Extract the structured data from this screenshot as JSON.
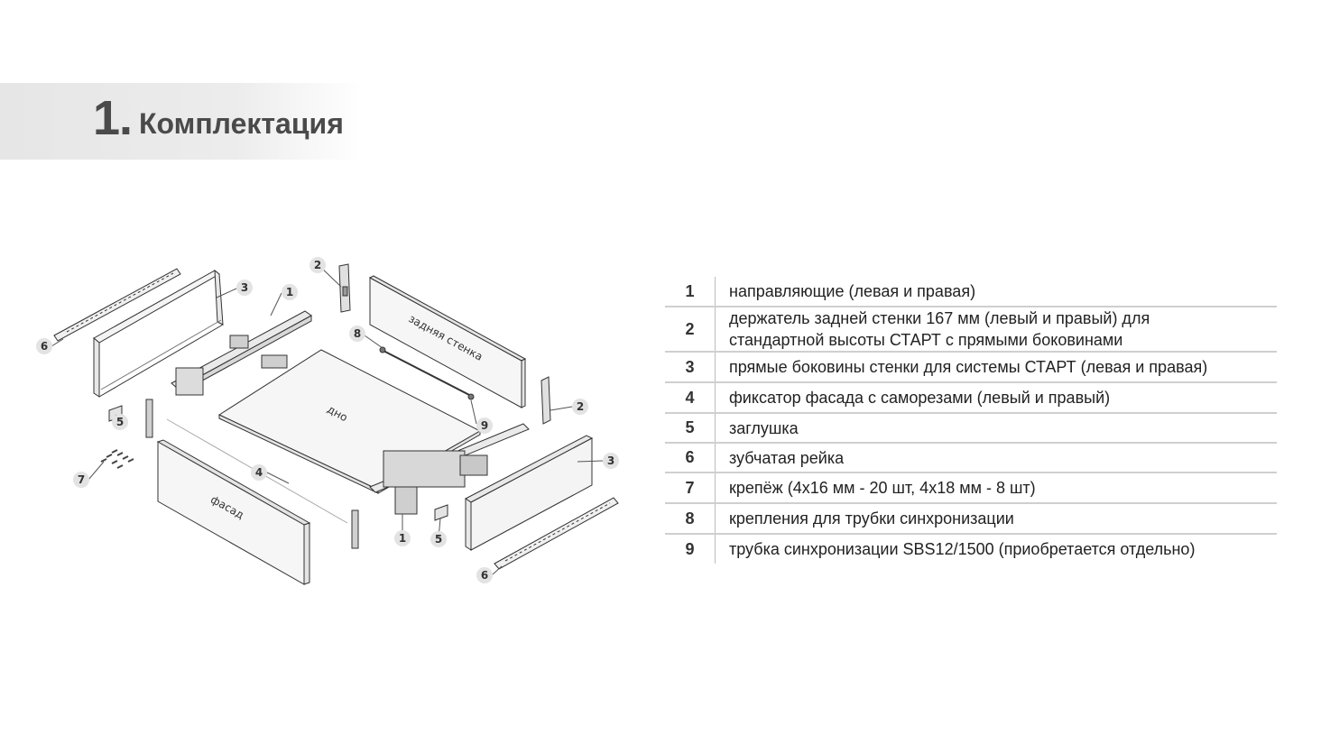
{
  "section": {
    "number": "1.",
    "title": "Комплектация"
  },
  "diagram": {
    "labels": {
      "back_wall": "задняя стенка",
      "bottom": "дно",
      "front": "фасад"
    },
    "callouts": [
      "1",
      "2",
      "3",
      "4",
      "5",
      "6",
      "7",
      "8",
      "9"
    ]
  },
  "parts": [
    {
      "num": "1",
      "desc": "направляющие (левая и правая)"
    },
    {
      "num": "2",
      "desc": "держатель задней стенки 167 мм (левый и правый) для\nстандартной высоты СТАРТ с прямыми боковинами"
    },
    {
      "num": "3",
      "desc": "прямые боковины стенки для системы СТАРТ (левая и правая)"
    },
    {
      "num": "4",
      "desc": "фиксатор фасада с саморезами (левый и правый)"
    },
    {
      "num": "5",
      "desc": "заглушка"
    },
    {
      "num": "6",
      "desc": "зубчатая рейка"
    },
    {
      "num": "7",
      "desc": "крепёж (4х16 мм - 20 шт, 4х18 мм - 8 шт)"
    },
    {
      "num": "8",
      "desc": "крепления для трубки синхронизации"
    },
    {
      "num": "9",
      "desc": "трубка синхронизации SBS12/1500 (приобретается отдельно)"
    }
  ]
}
